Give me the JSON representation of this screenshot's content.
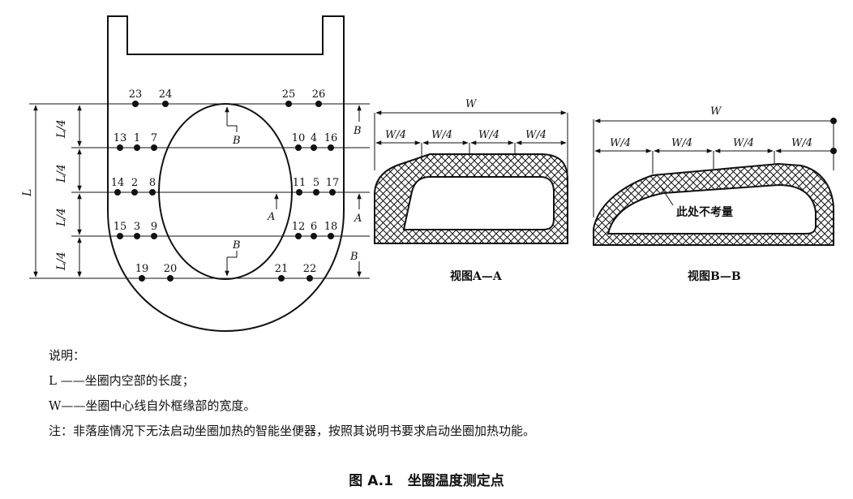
{
  "seat_view": {
    "points": [
      {
        "id": "23",
        "label": "23"
      },
      {
        "id": "24",
        "label": "24"
      },
      {
        "id": "25",
        "label": "25"
      },
      {
        "id": "26",
        "label": "26"
      },
      {
        "id": "13",
        "label": "13"
      },
      {
        "id": "1",
        "label": "1"
      },
      {
        "id": "7",
        "label": "7"
      },
      {
        "id": "10",
        "label": "10"
      },
      {
        "id": "4",
        "label": "4"
      },
      {
        "id": "16",
        "label": "16"
      },
      {
        "id": "14",
        "label": "14"
      },
      {
        "id": "2",
        "label": "2"
      },
      {
        "id": "8",
        "label": "8"
      },
      {
        "id": "11",
        "label": "11"
      },
      {
        "id": "5",
        "label": "5"
      },
      {
        "id": "17",
        "label": "17"
      },
      {
        "id": "15",
        "label": "15"
      },
      {
        "id": "3",
        "label": "3"
      },
      {
        "id": "9",
        "label": "9"
      },
      {
        "id": "12",
        "label": "12"
      },
      {
        "id": "6",
        "label": "6"
      },
      {
        "id": "18",
        "label": "18"
      },
      {
        "id": "19",
        "label": "19"
      },
      {
        "id": "20",
        "label": "20"
      },
      {
        "id": "21",
        "label": "21"
      },
      {
        "id": "22",
        "label": "22"
      }
    ],
    "quarter_label": "L/4",
    "length_label": "L",
    "section_a": "A",
    "section_b": "B"
  },
  "section_aa": {
    "width_label": "W",
    "quarter_label": "W/4",
    "caption": "视图A—A"
  },
  "section_bb": {
    "width_label": "W",
    "quarter_label": "W/4",
    "note": "此处不考量",
    "caption": "视图B—B"
  },
  "legend": {
    "title": "说明：",
    "items": [
      "L ——坐圈内空部的长度；",
      "W——坐圈中心线自外框缘部的宽度。"
    ],
    "note": "注：非落座情况下无法启动坐圈加热的智能坐便器，按照其说明书要求启动坐圈加热功能。"
  },
  "figure_caption": "图 A.1   坐圈温度测定点"
}
